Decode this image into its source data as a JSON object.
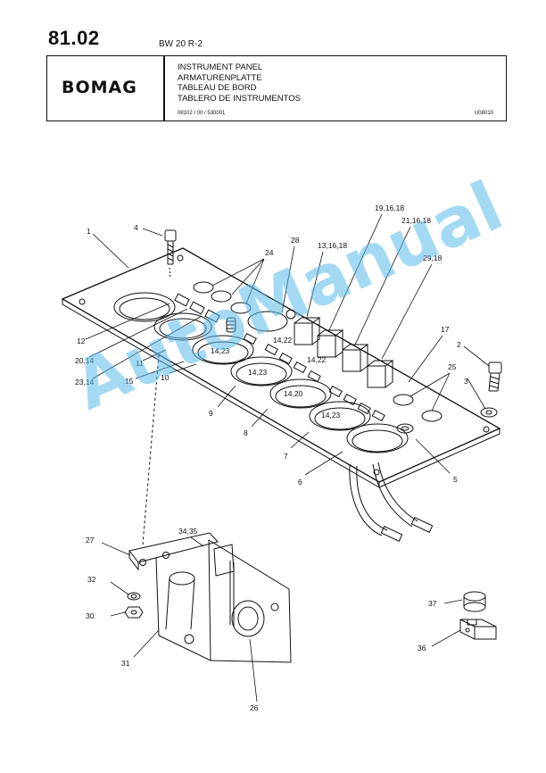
{
  "header": {
    "page_number": "81.02",
    "model": "BW 20 R-2",
    "brand": "BOMAG",
    "titles": [
      "INSTRUMENT PANEL",
      "ARMATURENPLATTE",
      "TABLEAU DE BORD",
      "TABLERO DE INSTRUMENTOS"
    ],
    "doc_code": "08102 / 00 / 530001",
    "figure_code": "U08010"
  },
  "callouts": {
    "c1": "1",
    "c4": "4",
    "c24": "24",
    "c28": "28",
    "c13": "13,16,18",
    "c19": "19,16,18",
    "c21": "21,16,18",
    "c29": "29,18",
    "c12": "12",
    "c20": "20,14",
    "c23": "23,14",
    "c11": "11",
    "c15": "15",
    "c10": "10",
    "c9": "9",
    "c8": "8",
    "c7": "7",
    "c6": "6",
    "c5": "5",
    "c3": "3",
    "c2": "2",
    "c25": "25",
    "c17": "17",
    "g1": "14,23",
    "g2": "14,22",
    "g3": "14,22",
    "g4": "14,23",
    "g5": "14,20",
    "g6": "14,23",
    "c27": "27",
    "c34": "34,35",
    "c32": "32",
    "c30": "30",
    "c31": "31",
    "c26": "26",
    "c37": "37",
    "c36": "36"
  },
  "watermark": "AutoManual"
}
